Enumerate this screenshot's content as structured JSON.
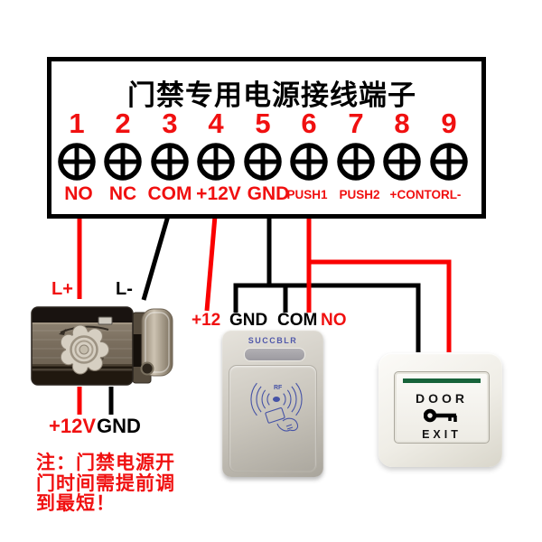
{
  "colors": {
    "accent-red": "#f01010",
    "wire-red": "#fa0000",
    "wire-black": "#000000",
    "reader-brand-blue": "#5058aa",
    "rf-blue": "#4653a6",
    "exit-green": "#17633a"
  },
  "panel": {
    "title": "门禁专用电源接线端子",
    "terminal_numbers": [
      "1",
      "2",
      "3",
      "4",
      "5",
      "6",
      "7",
      "8",
      "9"
    ],
    "terminal_labels": [
      "NO",
      "NC",
      "COM",
      "+12V",
      "GND",
      "PUSH1",
      "PUSH2",
      "+CONTORL-"
    ]
  },
  "lock": {
    "wire_labels": {
      "positive": "L+",
      "negative": "L-"
    },
    "bottom_labels": {
      "positive": "+12V",
      "ground": "GND"
    }
  },
  "reader": {
    "brand": "SUCCBLR",
    "rf_label": "RF",
    "wire_labels": {
      "power": "+12",
      "ground": "GND",
      "com": "COM",
      "no": "NO"
    }
  },
  "exit_button": {
    "line1": "DOOR",
    "line2": "EXIT"
  },
  "note": {
    "lines": [
      "注：门禁电源开",
      "门时间需提前调",
      "到最短！"
    ]
  }
}
